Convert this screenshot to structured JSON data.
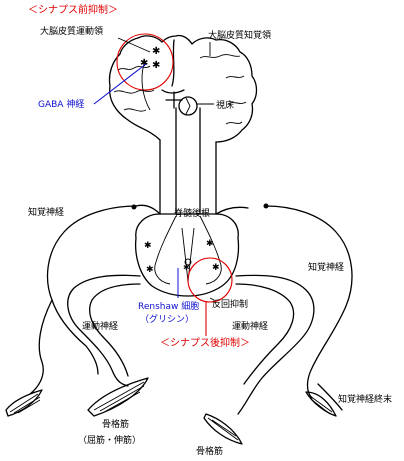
{
  "labels": {
    "presynaptic_inhibition": "＜シナプス前抑制＞",
    "motor_cortex": "大脳皮質運動領",
    "sensory_cortex": "大脳皮質知覚領",
    "gaba_neuron": "GABA 神経",
    "thalamus": "視床",
    "sensory_nerve_left": "知覚神経",
    "dorsal_root": "脊髄後根",
    "sensory_nerve_right": "知覚神経",
    "renshaw_cell": "Renshaw 細胞",
    "glycine": "（グリシン）",
    "recurrent_inhibition": "反回抑制",
    "motor_nerve_left": "運動神経",
    "motor_nerve_right": "運動神経",
    "postsynaptic_inhibition": "＜シナプス後抑制＞",
    "sensory_nerve_ending": "知覚神経終末",
    "skeletal_muscle_left": "骨格筋",
    "flexor_extensor": "（屈筋・伸筋）",
    "skeletal_muscle_right": "骨格筋"
  },
  "colors": {
    "inhibition_label": "#e00000",
    "inhibitory_neuron_label": "#1010d0",
    "line": "#000000"
  }
}
